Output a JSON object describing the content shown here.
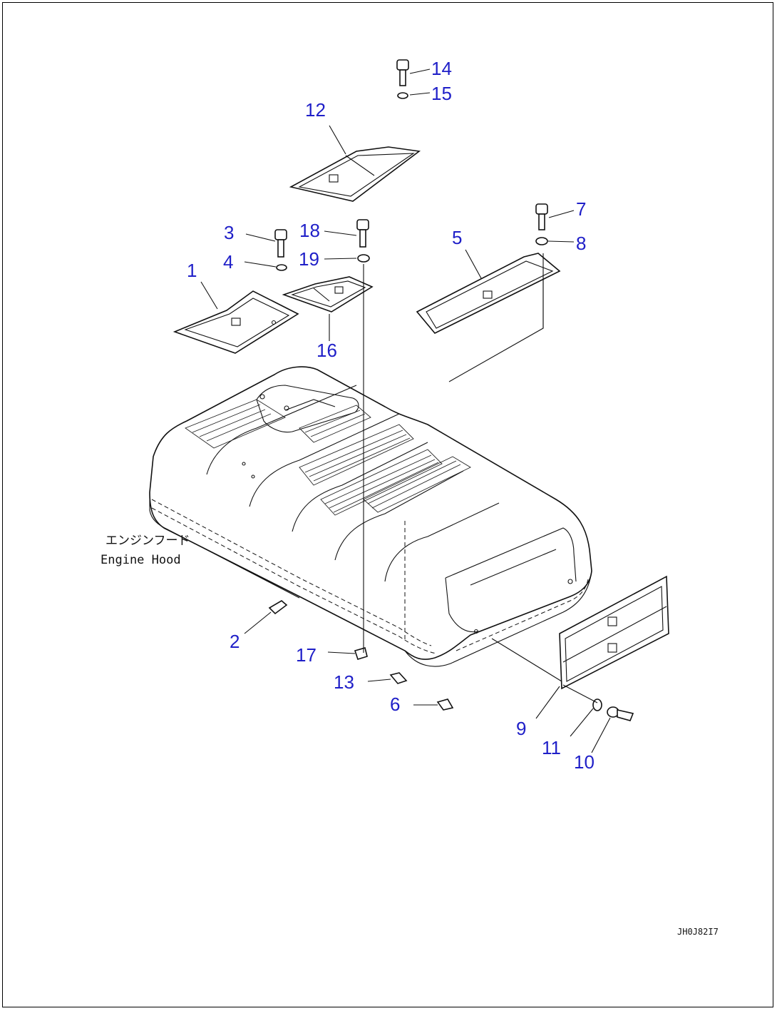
{
  "diagram": {
    "hood_label": {
      "japanese": "エンジンフード",
      "english": "Engine Hood"
    },
    "drawing_code": "JH0J82I7",
    "callouts": [
      {
        "id": "callout-1",
        "text": "1"
      },
      {
        "id": "callout-2",
        "text": "2"
      },
      {
        "id": "callout-3",
        "text": "3"
      },
      {
        "id": "callout-4",
        "text": "4"
      },
      {
        "id": "callout-5",
        "text": "5"
      },
      {
        "id": "callout-6",
        "text": "6"
      },
      {
        "id": "callout-7",
        "text": "7"
      },
      {
        "id": "callout-8",
        "text": "8"
      },
      {
        "id": "callout-9",
        "text": "9"
      },
      {
        "id": "callout-10",
        "text": "10"
      },
      {
        "id": "callout-11",
        "text": "11"
      },
      {
        "id": "callout-12",
        "text": "12"
      },
      {
        "id": "callout-13",
        "text": "13"
      },
      {
        "id": "callout-14",
        "text": "14"
      },
      {
        "id": "callout-15",
        "text": "15"
      },
      {
        "id": "callout-16",
        "text": "16"
      },
      {
        "id": "callout-17",
        "text": "17"
      },
      {
        "id": "callout-18",
        "text": "18"
      },
      {
        "id": "callout-19",
        "text": "19"
      }
    ],
    "colors": {
      "callout": "#1f1fc8",
      "line": "#111111",
      "background": "#ffffff"
    }
  }
}
